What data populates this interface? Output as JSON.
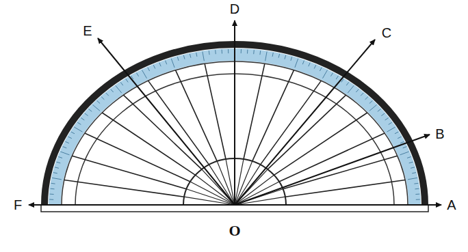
{
  "diagram": {
    "labels": [
      "D",
      "E",
      "C",
      "B",
      "F",
      "A",
      "O"
    ]
  }
}
